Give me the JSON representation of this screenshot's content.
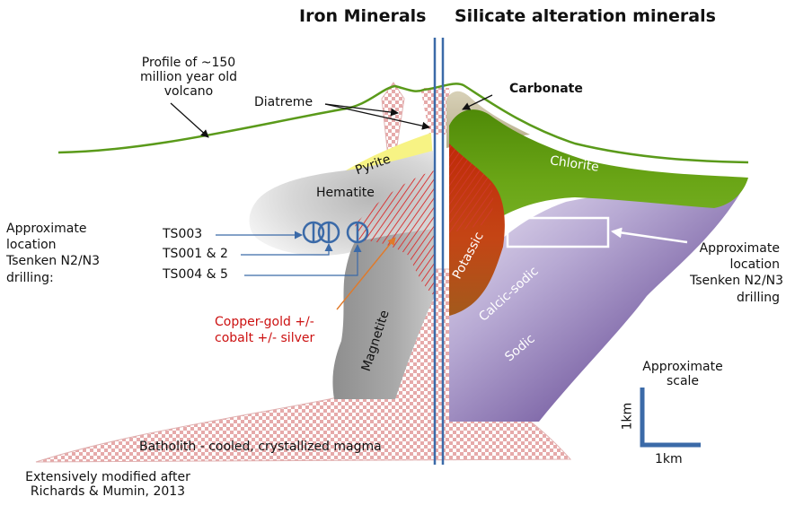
{
  "headers": {
    "iron": "Iron Minerals",
    "silicate": "Silicate alteration minerals"
  },
  "annotations": {
    "profile_line1": "Profile of ~150",
    "profile_line2": "million year old",
    "profile_line3": "volcano",
    "diatreme": "Diatreme",
    "carbonate": "Carbonate",
    "left_location_line1": "Approximate",
    "left_location_line2": "location",
    "left_location_line3": "Tsenken N2/N3",
    "left_location_line4": "drilling:",
    "right_location_line1": "Approximate",
    "right_location_line2": "location",
    "right_location_line3": "Tsenken N2/N3",
    "right_location_line4": "drilling",
    "copper_line1": "Copper-gold +/-",
    "copper_line2": "cobalt +/- silver",
    "credit_line1": "Extensively modified after",
    "credit_line2": "Richards & Mumin, 2013"
  },
  "zones": {
    "pyrite": "Pyrite",
    "hematite": "Hematite",
    "magnetite": "Magnetite",
    "chlorite": "Chlorite",
    "potassic": "Potassic",
    "calcic_sodic": "Calcic-sodic",
    "sodic": "Sodic",
    "batholith": "Batholith - cooled, crystallized magma"
  },
  "drillholes": {
    "ts003": "TS003",
    "ts001": "TS001 & 2",
    "ts004": "TS004 & 5"
  },
  "scale": {
    "title_line1": "Approximate",
    "title_line2": "scale",
    "vertical": "1km",
    "horizontal": "1km"
  },
  "colors": {
    "volcano_profile": "#5a9a1a",
    "chlorite": "#5f9a0e",
    "potassic": "#c0330e",
    "sodic": "#5a3f80",
    "calcic_sodic": "#a090c0",
    "pyrite": "#f7f384",
    "hematite": "#c9c9c9",
    "magnetite": "#9d9d9d",
    "checker": "#e3a3a3",
    "hematite_hatch": "#d94040",
    "drill_symbol": "#3b6aa8",
    "copper_label": "#cc1111",
    "scale_bar": "#3b6aa8"
  }
}
